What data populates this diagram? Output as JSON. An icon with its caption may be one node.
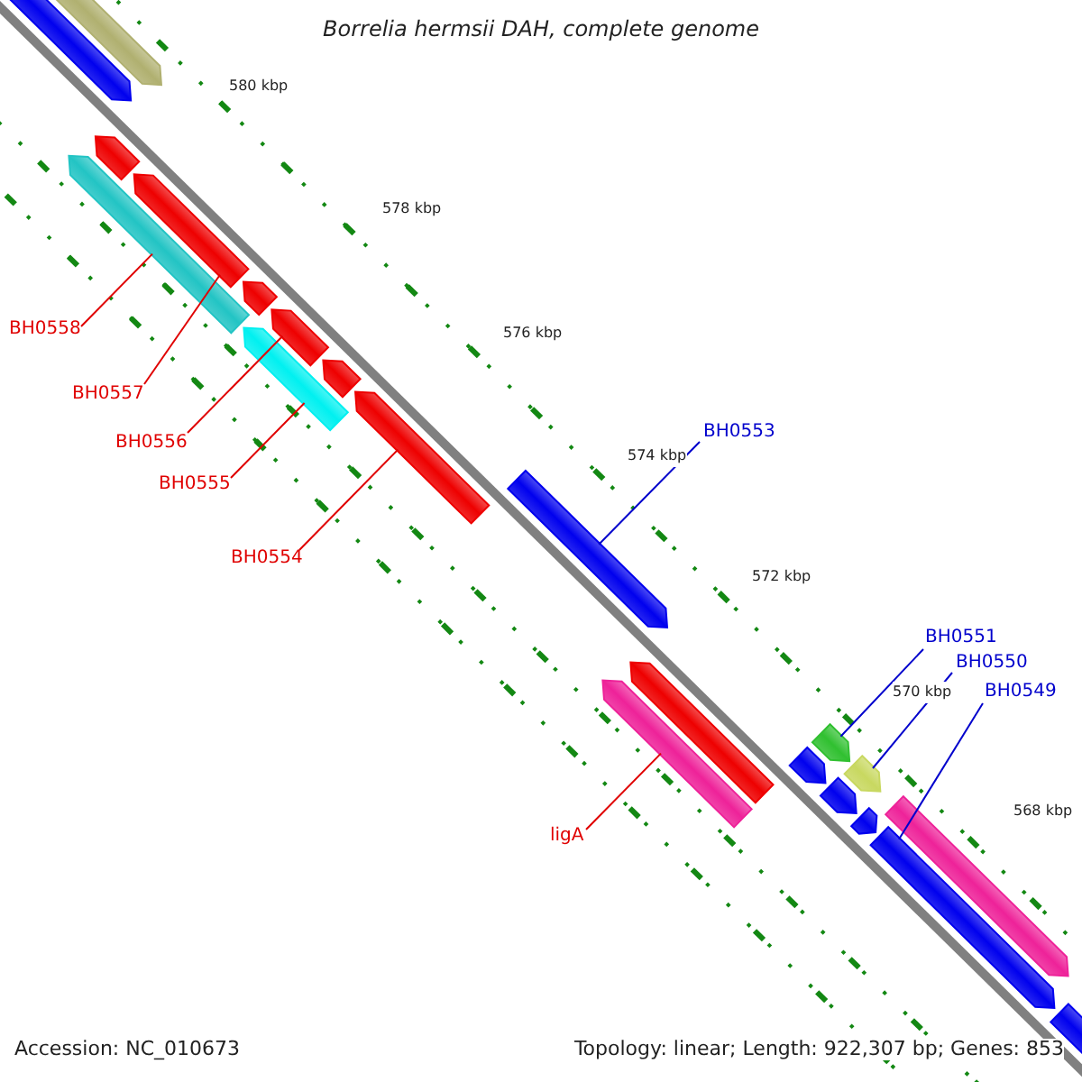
{
  "diagram": {
    "title": "Borrelia hermsii DAH, complete genome",
    "nodes": [
      {
        "text": [
          "BH0558"
        ]
      },
      {
        "text": [
          "BH0557"
        ]
      },
      {
        "text": [
          "BH0553"
        ]
      },
      {
        "text": [
          "BH0556"
        ]
      },
      {
        "text": [
          "BH0555"
        ]
      },
      {
        "text": [
          "BH0554"
        ]
      },
      {
        "text": [
          "BH0551"
        ]
      },
      {
        "text": [
          "BH0550"
        ]
      },
      {
        "text": [
          "BH0549"
        ]
      },
      {
        "text": [
          "ligA"
        ]
      },
      {
        "text": [],
        "shape": "arrow"
      },
      {
        "text": [],
        "shape": "arrow"
      },
      {
        "text": [],
        "shape": "arrow"
      },
      {
        "text": [],
        "shape": "arrow"
      },
      {
        "text": [],
        "shape": "arrow"
      },
      {
        "text": [],
        "shape": "arrow"
      },
      {
        "text": [],
        "shape": "arrow"
      },
      {
        "text": [],
        "shape": "arrow"
      },
      {
        "text": [],
        "shape": "arrow"
      },
      {
        "text": [],
        "shape": "arrow"
      },
      {
        "text": [],
        "shape": "arrow"
      },
      {
        "text": [],
        "shape": "arrow"
      },
      {
        "text": [],
        "shape": "arrow"
      },
      {
        "text": [],
        "shape": "arrow"
      },
      {
        "text": [],
        "shape": "arrow"
      },
      {
        "text": [],
        "shape": "arrow"
      },
      {
        "text": [],
        "shape": "arrow"
      },
      {
        "text": [],
        "shape": "arrow"
      },
      {
        "text": [],
        "shape": "arrow"
      },
      {
        "text": [],
        "shape": "arrow"
      },
      {
        "text": [],
        "shape": "arrow"
      }
    ],
    "edges": [
      {
        "from": 0,
        "to": 12,
        "arrow": "none"
      },
      {
        "from": 1,
        "to": 14,
        "arrow": "none"
      },
      {
        "from": 2,
        "to": 20,
        "arrow": "none",
        "color": "#0000cc"
      },
      {
        "from": 3,
        "to": 17,
        "arrow": "none"
      },
      {
        "from": 4,
        "to": 16,
        "arrow": "none"
      },
      {
        "from": 5,
        "to": 19,
        "arrow": "none"
      },
      {
        "from": 6,
        "to": 24,
        "arrow": "none",
        "color": "#0000cc"
      },
      {
        "from": 7,
        "to": 26,
        "arrow": "none",
        "color": "#0000cc"
      },
      {
        "from": 8,
        "to": 29,
        "arrow": "none",
        "color": "#0000cc"
      },
      {
        "from": 9,
        "to": 21,
        "arrow": "none"
      }
    ],
    "labels": [
      "580 kbp",
      "578 kbp",
      "576 kbp",
      "574 kbp",
      "572 kbp",
      "570 kbp",
      "568 kbp",
      "Accession: NC_010673",
      "Topology: linear; Length: 922,307 bp; Genes: 853"
    ]
  }
}
